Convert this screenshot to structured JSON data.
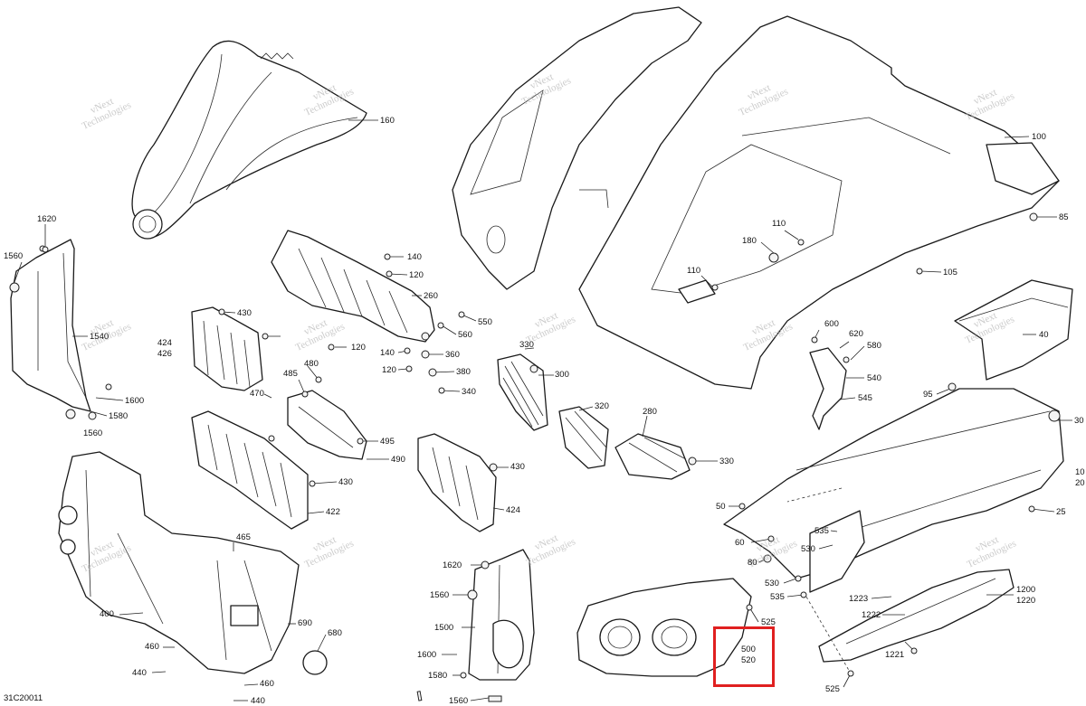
{
  "diagram": {
    "drawing_code": "31C20011",
    "watermark_line1": "vNext",
    "watermark_line2": "Technologies",
    "highlight": {
      "line1": "500",
      "line2": "520",
      "color": "#e02020"
    },
    "callouts": [
      "160",
      "1620",
      "1560",
      "1540",
      "1600",
      "1580",
      "1560",
      "140",
      "120",
      "260",
      "550",
      "560",
      "360",
      "120",
      "140",
      "120",
      "380",
      "340",
      "430",
      "424",
      "426",
      "480",
      "485",
      "470",
      "495",
      "490",
      "430",
      "422",
      "465",
      "400",
      "460",
      "440",
      "460",
      "440",
      "690",
      "680",
      "330",
      "300",
      "320",
      "280",
      "330",
      "430",
      "424",
      "1620",
      "1560",
      "1500",
      "1600",
      "1580",
      "1560",
      "100",
      "85",
      "110",
      "180",
      "110",
      "105",
      "40",
      "600",
      "620",
      "580",
      "540",
      "545",
      "95",
      "30",
      "10",
      "20",
      "25",
      "50",
      "535",
      "60",
      "530",
      "80",
      "530",
      "535",
      "525",
      "1223",
      "1222",
      "1200",
      "1220",
      "1221",
      "525"
    ]
  }
}
